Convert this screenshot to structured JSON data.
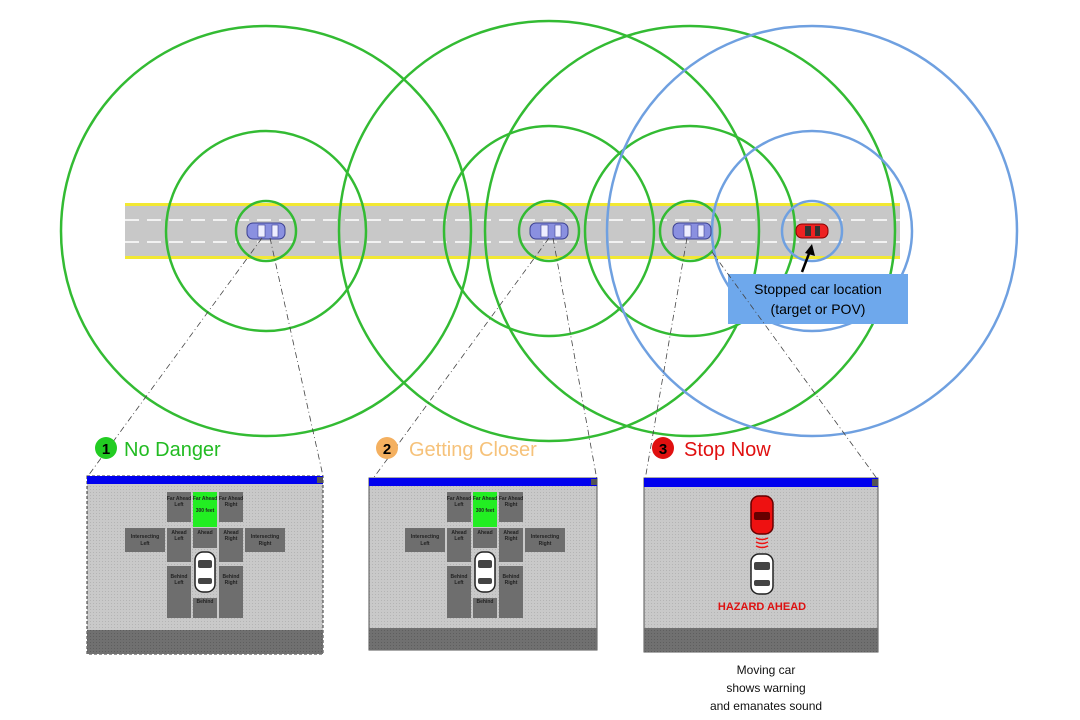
{
  "callout": {
    "line1": "Stopped car location",
    "line2": "(target or POV)"
  },
  "panels": [
    {
      "number": "1",
      "label": "No Danger",
      "badge_color": "#22cc22",
      "label_color": "#22bb22",
      "cells": {
        "far_left": [
          "Far Ahead",
          "Left"
        ],
        "far_ahead": [
          "Far Ahead",
          "300 feet"
        ],
        "far_right": [
          "Far Ahead",
          "Right"
        ],
        "int_left": [
          "Intersecting",
          "Left"
        ],
        "ahead_left": [
          "Ahead",
          "Left"
        ],
        "ahead": [
          "Ahead"
        ],
        "ahead_right": [
          "Ahead",
          "Right"
        ],
        "int_right": [
          "Intersecting",
          "Right"
        ],
        "behind_left": [
          "Behind",
          "Left"
        ],
        "behind_right": [
          "Behind",
          "Right"
        ],
        "behind": [
          "Behind"
        ]
      }
    },
    {
      "number": "2",
      "label": "Getting Closer",
      "badge_color": "#f4b060",
      "label_color": "#f6c27a",
      "cells": {
        "far_left": [
          "Far Ahead",
          "Left"
        ],
        "far_ahead": [
          "Far Ahead",
          "300 feet"
        ],
        "far_right": [
          "Far Ahead",
          "Right"
        ],
        "int_left": [
          "Intersecting",
          "Left"
        ],
        "ahead_left": [
          "Ahead",
          "Left"
        ],
        "ahead": [
          "Ahead"
        ],
        "ahead_right": [
          "Ahead",
          "Right"
        ],
        "int_right": [
          "Intersecting",
          "Right"
        ],
        "behind_left": [
          "Behind",
          "Left"
        ],
        "behind_right": [
          "Behind",
          "Right"
        ],
        "behind": [
          "Behind"
        ]
      }
    },
    {
      "number": "3",
      "label": "Stop Now",
      "badge_color": "#e01010",
      "label_color": "#e01010",
      "warning": "HAZARD AHEAD"
    }
  ],
  "caption": {
    "line1": "Moving car",
    "line2": "shows warning",
    "line3": "and emanates sound"
  },
  "colors": {
    "green_ring": "#33bb33",
    "blue_ring": "#6fa0e0",
    "road": "#c8c8c8",
    "road_edge": "#f2e832",
    "moving_car": "#8a90e0",
    "stopped_car": "#ee2222",
    "callout_bg": "#6ea8ec",
    "panel_bar": "#0000ee",
    "panel_bg": "#c6c6c6",
    "panel_footer": "#6e6e6e",
    "highlight": "#22ee22"
  }
}
